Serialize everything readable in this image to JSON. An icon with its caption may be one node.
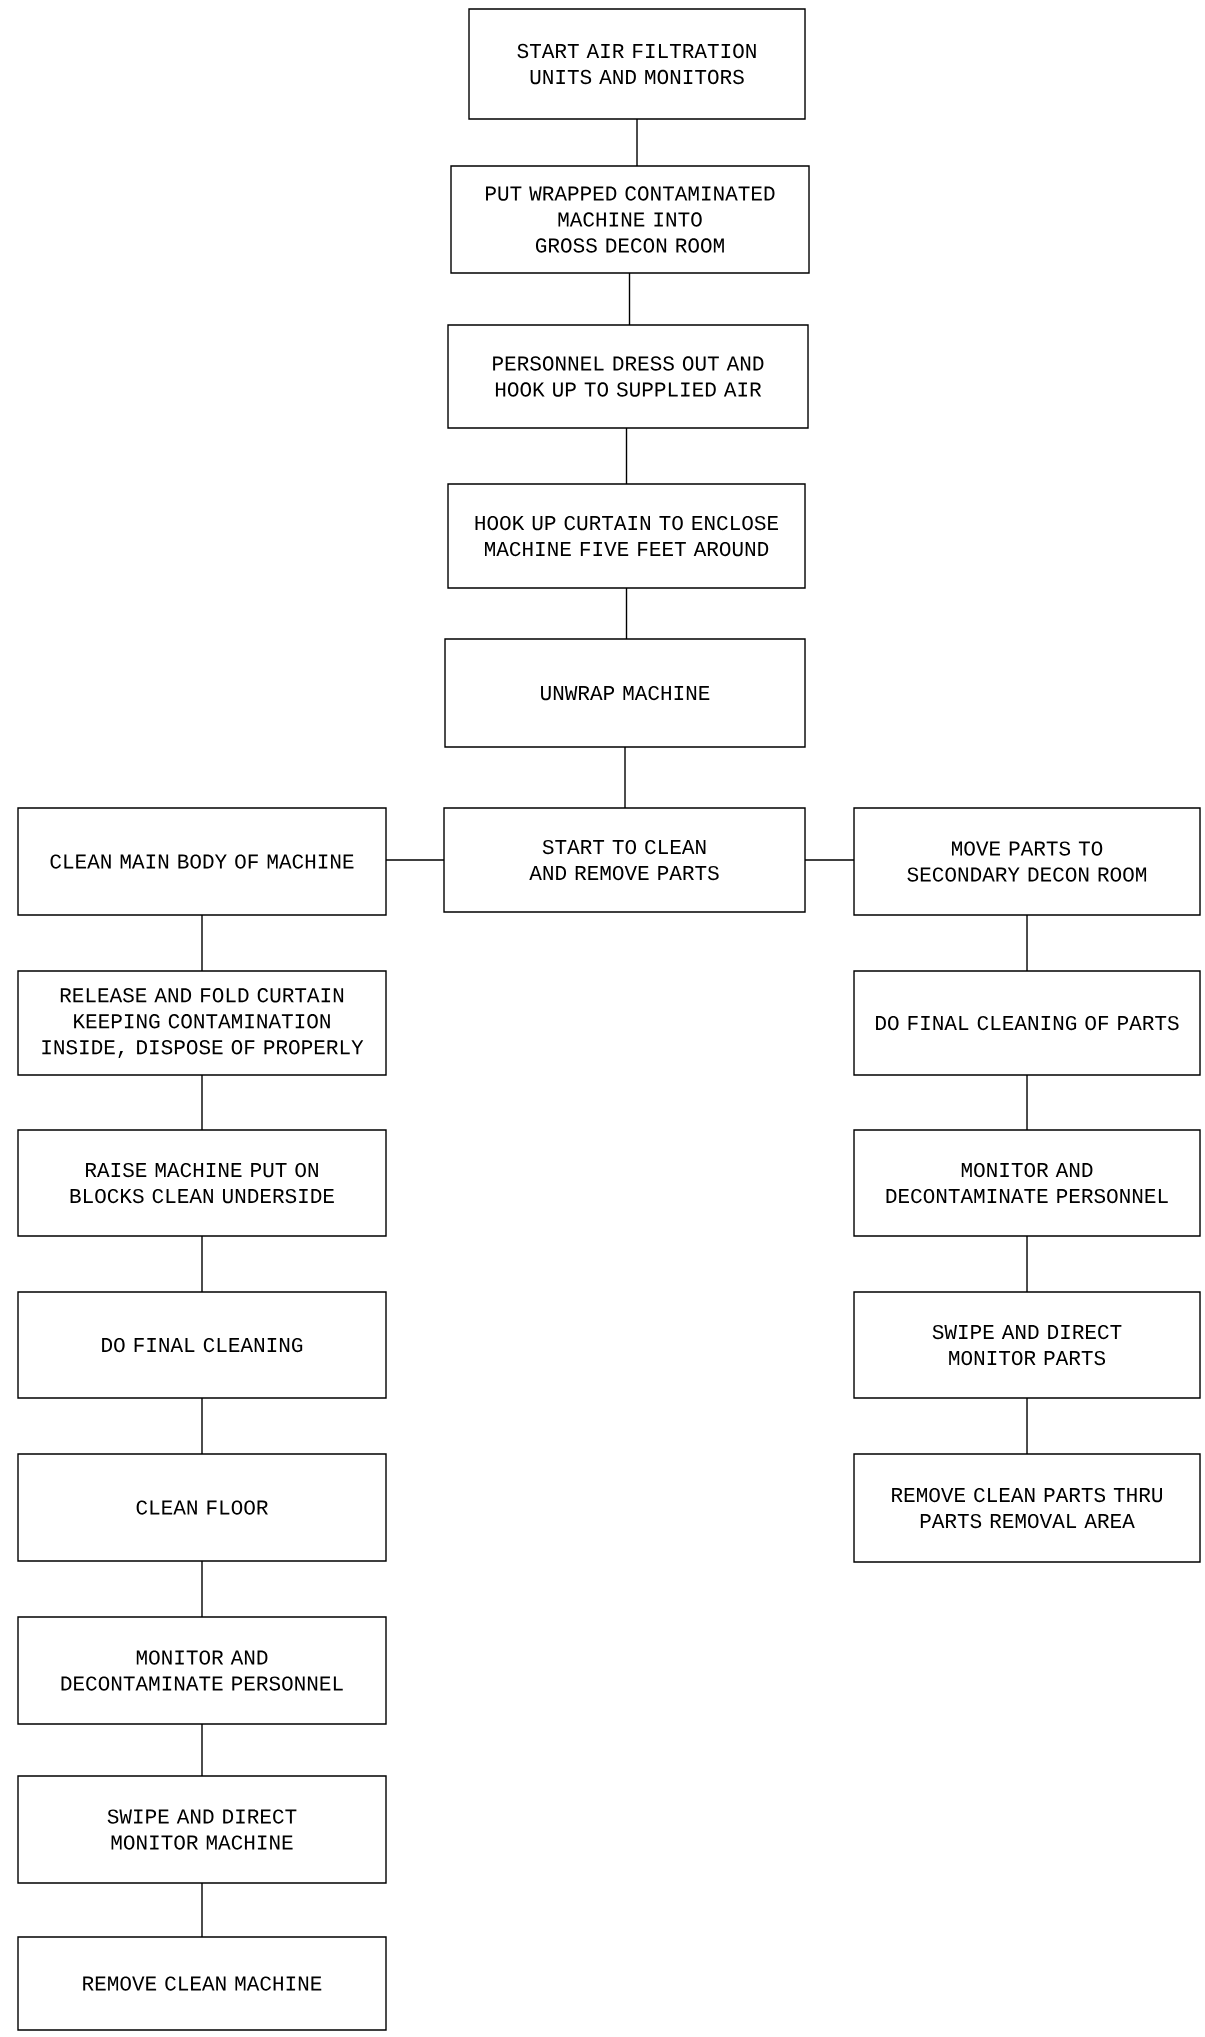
{
  "diagram": {
    "nodes": [
      {
        "text": [
          "START AIR FILTRATION UNITS AND MONITORS"
        ]
      },
      {
        "text": [
          "PUT WRAPPED CONTAMINATED MACHINE INTO GROSS DECON ROOM"
        ]
      },
      {
        "text": [
          "PERSONNEL DRESS OUT AND HOOK UP TO SUPPLIED AIR"
        ]
      },
      {
        "text": [
          "HOOK UP CURTAIN TO ENCLOSE MACHINE FIVE FEET AROUND"
        ]
      },
      {
        "text": [
          "UNWRAP MACHINE"
        ]
      },
      {
        "text": [
          "START TO CLEAN AND REMOVE PARTS"
        ]
      },
      {
        "text": [
          "CLEAN MAIN BODY OF MACHINE"
        ]
      },
      {
        "text": [
          "MOVE PARTS TO SECONDARY DECON ROOM"
        ]
      },
      {
        "text": [
          "RELEASE AND FOLD CURTAIN KEEPING CONTAMINATION INSIDE, DISPOSE OF PROPERLY"
        ]
      },
      {
        "text": [
          "RAISE MACHINE PUT ON BLOCKS CLEAN UNDERSIDE"
        ]
      },
      {
        "text": [
          "DO FINAL CLEANING"
        ]
      },
      {
        "text": [
          "CLEAN FLOOR"
        ]
      },
      {
        "text": [
          "MONITOR AND DECONTAMINATE PERSONNEL"
        ]
      },
      {
        "text": [
          "SWIPE AND DIRECT MONITOR MACHINE"
        ]
      },
      {
        "text": [
          "REMOVE CLEAN MACHINE"
        ]
      },
      {
        "text": [
          "DO FINAL CLEANING OF PARTS"
        ]
      },
      {
        "text": [
          "MONITOR AND DECONTAMINATE PERSONNEL"
        ]
      },
      {
        "text": [
          "SWIPE AND DIRECT MONITOR PARTS"
        ]
      },
      {
        "text": [
          "REMOVE CLEAN PARTS THRU PARTS REMOVAL AREA"
        ]
      }
    ],
    "edges": [
      {
        "from": 0,
        "to": 1,
        "arrow": "none"
      },
      {
        "from": 1,
        "to": 2,
        "arrow": "none"
      },
      {
        "from": 2,
        "to": 3,
        "arrow": "none"
      },
      {
        "from": 3,
        "to": 4,
        "arrow": "none"
      },
      {
        "from": 4,
        "to": 5,
        "arrow": "none"
      },
      {
        "from": 5,
        "to": 6,
        "arrow": "none"
      },
      {
        "from": 5,
        "to": 7,
        "arrow": "none"
      },
      {
        "from": 6,
        "to": 8,
        "arrow": "none"
      },
      {
        "from": 8,
        "to": 9,
        "arrow": "none"
      },
      {
        "from": 9,
        "to": 10,
        "arrow": "none"
      },
      {
        "from": 10,
        "to": 11,
        "arrow": "none"
      },
      {
        "from": 11,
        "to": 12,
        "arrow": "none"
      },
      {
        "from": 12,
        "to": 13,
        "arrow": "none"
      },
      {
        "from": 13,
        "to": 14,
        "arrow": "none"
      },
      {
        "from": 7,
        "to": 15,
        "arrow": "none"
      },
      {
        "from": 15,
        "to": 16,
        "arrow": "none"
      },
      {
        "from": 16,
        "to": 17,
        "arrow": "none"
      },
      {
        "from": 17,
        "to": 18,
        "arrow": "none"
      }
    ]
  }
}
